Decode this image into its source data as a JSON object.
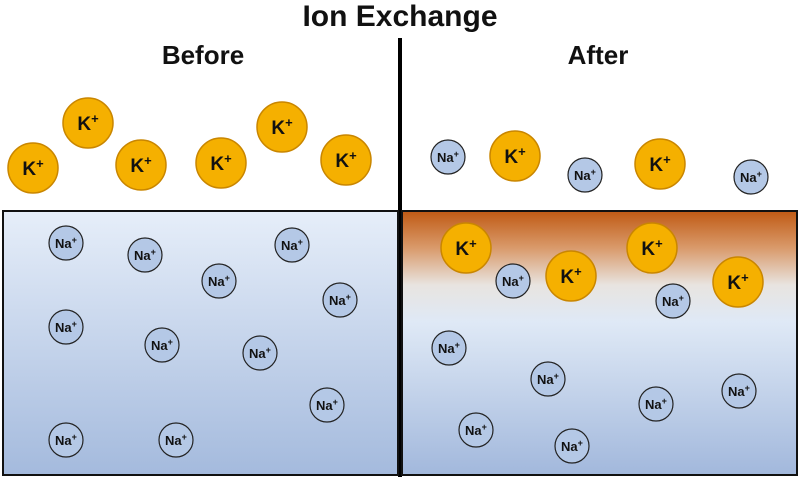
{
  "title": "Ion Exchange",
  "panels": {
    "before": {
      "heading": "Before"
    },
    "after": {
      "heading": "After"
    }
  },
  "ions": {
    "potassium": {
      "symbol": "K",
      "charge": "+",
      "fill": "#f5b000",
      "stroke": "#c98600"
    },
    "sodium": {
      "symbol": "Na",
      "charge": "+",
      "fill": "#b4c8e6",
      "stroke": "#222222"
    }
  },
  "colors": {
    "glass_light": "#e8f0fa",
    "glass_dark": "#9fb5da",
    "ion_exchanged_layer": "#bf5a16",
    "divider": "#000000"
  }
}
